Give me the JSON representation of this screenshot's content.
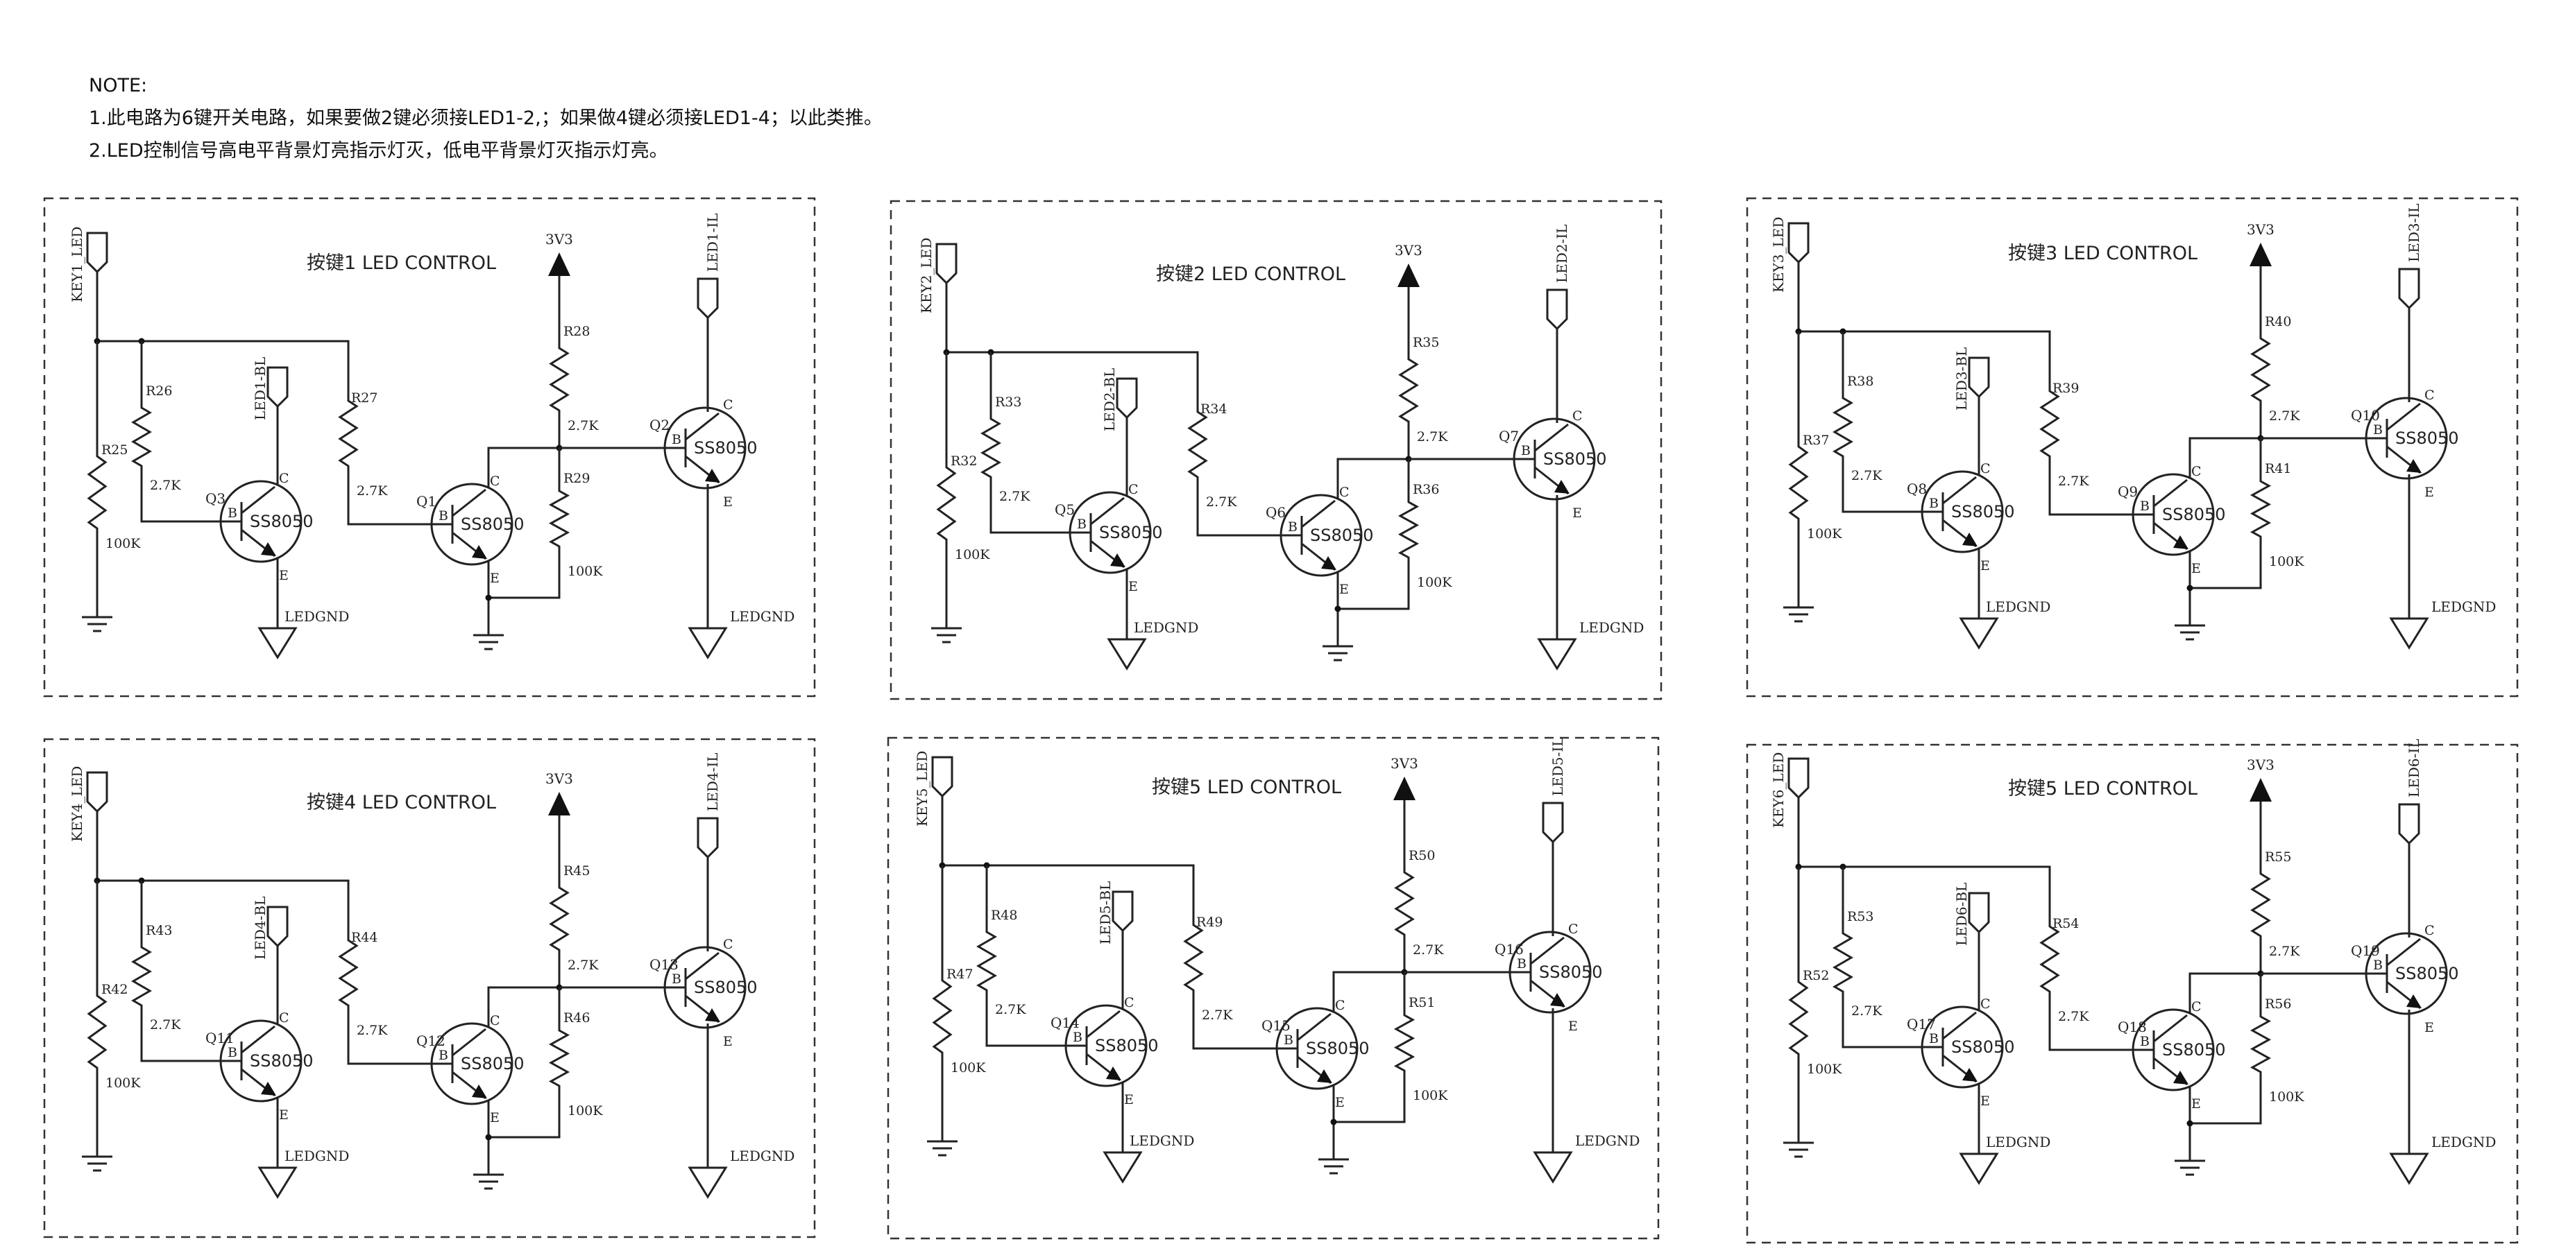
{
  "note": {
    "heading": "NOTE:",
    "line1": "1.此电路为6键开关电路，如果要做2键必须接LED1-2,；如果做4键必须接LED1-4；以此类推。",
    "line2": "2.LED控制信号高电平背景灯亮指示灯灭，低电平背景灯灭指示灯亮。"
  },
  "common": {
    "supply": "3V3",
    "led_ground": "LEDGND",
    "transistor_type": "SS8050",
    "pin_b": "B",
    "pin_c": "C",
    "pin_e": "E",
    "r_2k7": "2.7K",
    "r_100k": "100K"
  },
  "blocks": [
    {
      "title": "按键1 LED CONTROL",
      "key": "KEY1_LED",
      "bl": "LED1-BL",
      "il": "LED1-IL",
      "r": [
        "R25",
        "R26",
        "R27",
        "R28",
        "R29"
      ],
      "q": [
        "Q3",
        "Q1",
        "Q2"
      ]
    },
    {
      "title": "按键2 LED CONTROL",
      "key": "KEY2_LED",
      "bl": "LED2-BL",
      "il": "LED2-IL",
      "r": [
        "R32",
        "R33",
        "R34",
        "R35",
        "R36"
      ],
      "q": [
        "Q5",
        "Q6",
        "Q7"
      ]
    },
    {
      "title": "按键3 LED CONTROL",
      "key": "KEY3_LED",
      "bl": "LED3-BL",
      "il": "LED3-IL",
      "r": [
        "R37",
        "R38",
        "R39",
        "R40",
        "R41"
      ],
      "q": [
        "Q8",
        "Q9",
        "Q10"
      ]
    },
    {
      "title": "按键4 LED CONTROL",
      "key": "KEY4_LED",
      "bl": "LED4-BL",
      "il": "LED4-IL",
      "r": [
        "R42",
        "R43",
        "R44",
        "R45",
        "R46"
      ],
      "q": [
        "Q11",
        "Q12",
        "Q13"
      ]
    },
    {
      "title": "按键5 LED CONTROL",
      "key": "KEY5_LED",
      "bl": "LED5-BL",
      "il": "LED5-IL",
      "r": [
        "R47",
        "R48",
        "R49",
        "R50",
        "R51"
      ],
      "q": [
        "Q14",
        "Q15",
        "Q16"
      ]
    },
    {
      "title": "按键5 LED CONTROL",
      "key": "KEY6_LED",
      "bl": "LED6-BL",
      "il": "LED6-IL",
      "r": [
        "R52",
        "R53",
        "R54",
        "R55",
        "R56"
      ],
      "q": [
        "Q17",
        "Q18",
        "Q19"
      ]
    }
  ]
}
